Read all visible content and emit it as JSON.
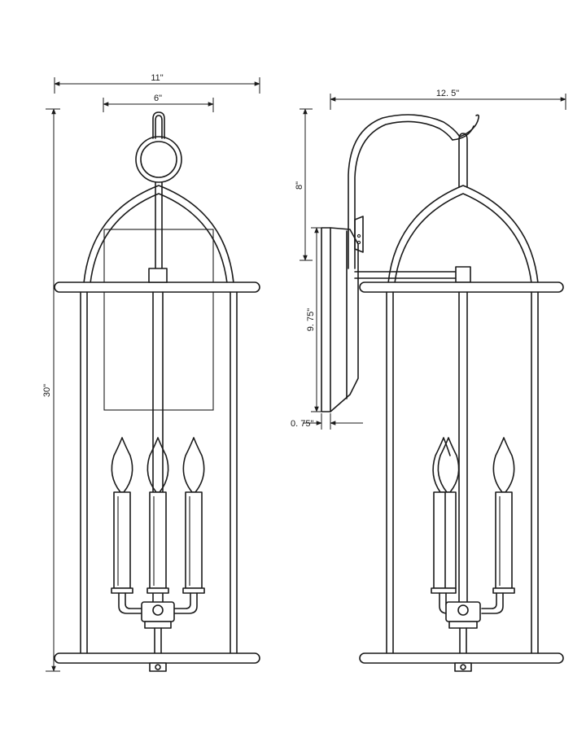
{
  "dimensions": {
    "overall_width": "11\"",
    "body_width": "6\"",
    "overall_height": "30\"",
    "extension": "12. 5\"",
    "top_to_backplate": "8\"",
    "backplate_height": "9. 75\"",
    "backplate_depth": "0. 75\""
  },
  "colors": {
    "line": "#1a1a1a",
    "background": "#ffffff"
  }
}
